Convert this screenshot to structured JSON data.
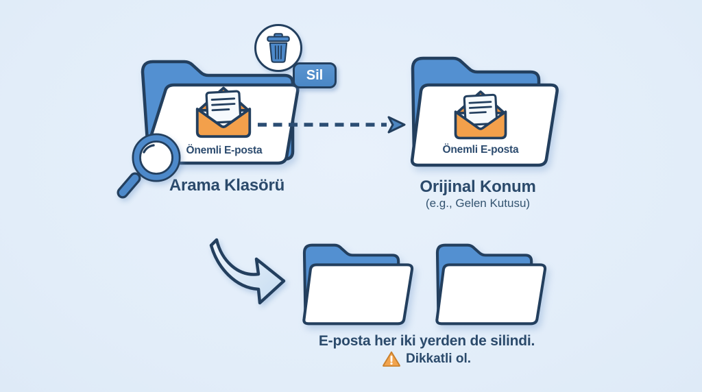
{
  "scene": {
    "background": "#e4eef9",
    "folder_blue": "#5390d1",
    "outline_navy": "#233f5e",
    "text_navy": "#2b4a6b",
    "envelope_orange": "#f3a04b",
    "button_blue": "#4a87c6",
    "warning_orange": "#f2a44e"
  },
  "search_folder": {
    "email_label": "Önemli E-posta",
    "title": "Arama Klasörü",
    "delete_button_label": "Sil"
  },
  "original_folder": {
    "email_label": "Önemli E-posta",
    "title": "Orijinal Konum",
    "subtitle": "(e.g., Gelen Kutusu)"
  },
  "result": {
    "caption": "E-posta her iki yerden de silindi.",
    "warning": "Dikkatli ol."
  }
}
